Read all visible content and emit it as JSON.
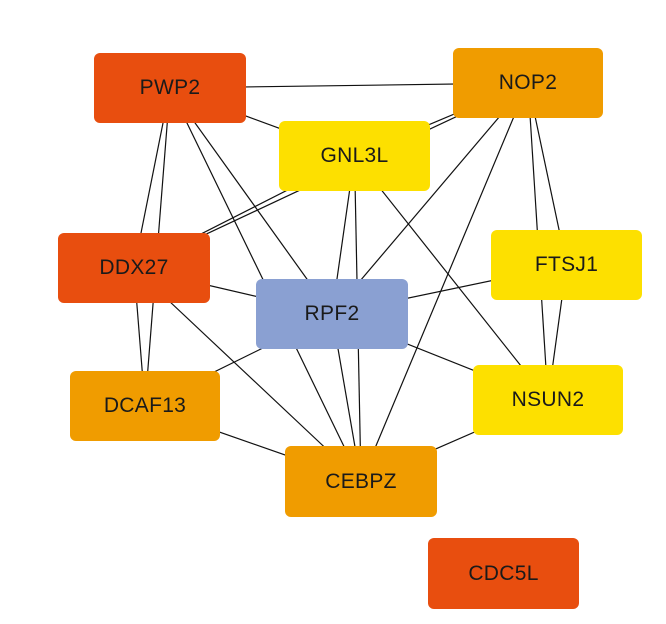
{
  "nodes": [
    {
      "id": "PWP2",
      "label": "PWP2",
      "color": "#e84e0f"
    },
    {
      "id": "NOP2",
      "label": "NOP2",
      "color": "#f09c00"
    },
    {
      "id": "GNL3L",
      "label": "GNL3L",
      "color": "#fde000"
    },
    {
      "id": "DDX27",
      "label": "DDX27",
      "color": "#e84e0f"
    },
    {
      "id": "FTSJ1",
      "label": "FTSJ1",
      "color": "#fde000"
    },
    {
      "id": "RPF2",
      "label": "RPF2",
      "color": "#8aa0d2"
    },
    {
      "id": "DCAF13",
      "label": "DCAF13",
      "color": "#f09c00"
    },
    {
      "id": "NSUN2",
      "label": "NSUN2",
      "color": "#fde000"
    },
    {
      "id": "CEBPZ",
      "label": "CEBPZ",
      "color": "#f09c00"
    },
    {
      "id": "CDC5L",
      "label": "CDC5L",
      "color": "#e84e0f"
    }
  ],
  "edges": [
    [
      "PWP2",
      "NOP2"
    ],
    [
      "PWP2",
      "GNL3L"
    ],
    [
      "PWP2",
      "DDX27"
    ],
    [
      "PWP2",
      "DCAF13"
    ],
    [
      "PWP2",
      "RPF2"
    ],
    [
      "PWP2",
      "CEBPZ"
    ],
    [
      "NOP2",
      "GNL3L"
    ],
    [
      "NOP2",
      "DDX27"
    ],
    [
      "NOP2",
      "FTSJ1"
    ],
    [
      "NOP2",
      "NSUN2"
    ],
    [
      "NOP2",
      "RPF2"
    ],
    [
      "NOP2",
      "CEBPZ"
    ],
    [
      "GNL3L",
      "DDX27"
    ],
    [
      "GNL3L",
      "RPF2"
    ],
    [
      "GNL3L",
      "CEBPZ"
    ],
    [
      "GNL3L",
      "NSUN2"
    ],
    [
      "DDX27",
      "DCAF13"
    ],
    [
      "DDX27",
      "RPF2"
    ],
    [
      "DDX27",
      "CEBPZ"
    ],
    [
      "FTSJ1",
      "RPF2"
    ],
    [
      "FTSJ1",
      "NSUN2"
    ],
    [
      "RPF2",
      "DCAF13"
    ],
    [
      "RPF2",
      "CEBPZ"
    ],
    [
      "RPF2",
      "NSUN2"
    ],
    [
      "DCAF13",
      "CEBPZ"
    ],
    [
      "NSUN2",
      "CEBPZ"
    ]
  ]
}
